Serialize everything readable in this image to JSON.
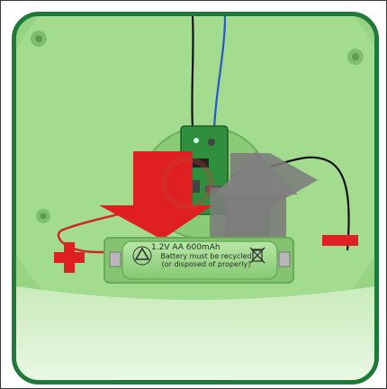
{
  "battery": {
    "rating": "1.2V AA 600mAh",
    "notice": "Battery must be recycled (or disposed of properly)"
  },
  "polarity": {
    "positive": "+",
    "negative": "−"
  },
  "colors": {
    "frame_border": "#1f7a3a",
    "housing": "#a6dd93",
    "battery_body": "#9fd58d",
    "red_arrow": "#e02020",
    "gray_arrow": "#7c7c7c",
    "wire_red": "#d42222",
    "wire_blue": "#2a56c6",
    "wire_black": "#111111",
    "circuit_board": "#2f8f3e"
  },
  "icons": [
    "recycle-icon",
    "crossed-bin-icon",
    "plus-sign",
    "minus-sign",
    "arrow-down-red",
    "arrow-up-gray"
  ]
}
